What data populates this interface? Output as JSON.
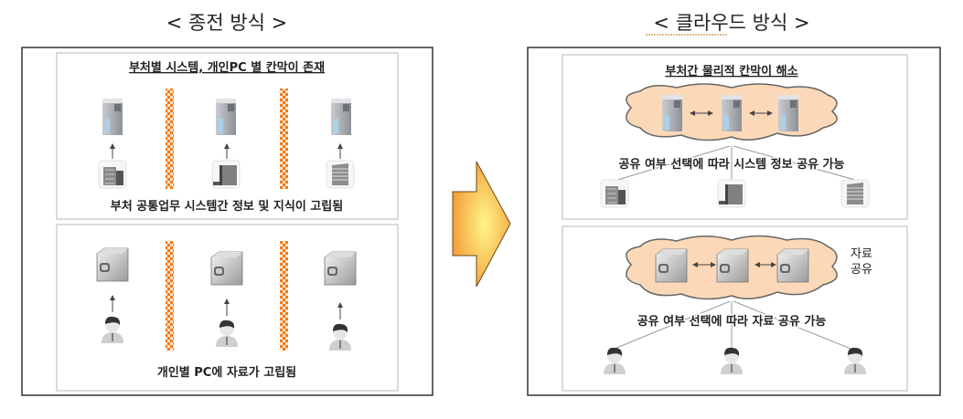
{
  "left": {
    "title": "< 종전 방식 >",
    "top_panel": {
      "subtitle": "부처별 시스템, 개인PC 별 칸막이 존재",
      "caption": "부처 공통업무 시스템간 정보 및 지식이 고립됨"
    },
    "bottom_panel": {
      "caption": "개인별 PC에 자료가 고립됨"
    }
  },
  "right": {
    "title_prefix": "< ",
    "title_underlined": "클라우드",
    "title_suffix": " 방식 >",
    "top_panel": {
      "subtitle": "부처간 물리적 칸막이 해소",
      "caption": "공유 여부 선택에 따라 시스템 정보 공유 가능"
    },
    "bottom_panel": {
      "cloud_label_line1": "자료",
      "cloud_label_line2": "공유",
      "caption": "공유 여부 선택에 따라 자료 공유 가능"
    }
  },
  "colors": {
    "barrier": "#f07a1a",
    "cloud_fill": "#fbd9b8",
    "arrow_fill": "#f5a640",
    "arrow_center": "#fff58a"
  }
}
